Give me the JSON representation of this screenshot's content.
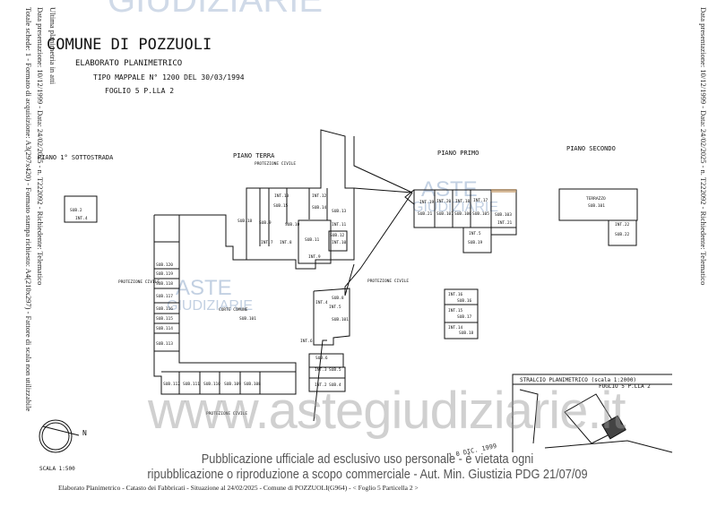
{
  "header": {
    "municipality": "COMUNE DI POZZUOLI",
    "document_type": "ELABORATO PLANIMETRICO",
    "tipo_mappale": "TIPO MAPPALE N° 1200 DEL 30/03/1994",
    "foglio": "FOGLIO 5 P.LLA 2"
  },
  "margin_left": {
    "line1": "Ultima planimetria in atti",
    "line2": "Data presentazione: 10/12/1999 - Data: 24/02/2025 - n. T222092 - Richiedente: Telematico",
    "line3": "Totale schede: 1 - Formato di acquisizione: A3(297x420) - Formato stampa richiesto: A4(210x297) - Fattore di scala non utilizzabile"
  },
  "margin_right": {
    "line1": "Data presentazione: 10/12/1999 - Data: 24/02/2025 - n. T222092 - Richiedente: Telematico"
  },
  "floors": {
    "sottostrada": {
      "title": "PIANO 1° SOTTOSTRADA",
      "units": [
        "SUB.2",
        "INT.4"
      ]
    },
    "terra": {
      "title": "PIANO TERRA",
      "protezione_civile": "PROTEZIONE CIVILE",
      "units": [
        "SUB.15",
        "SUB.14",
        "SUB.13",
        "SUB.18",
        "SUB.9",
        "SUB.10",
        "SUB.11",
        "SUB.12",
        "INT.7",
        "INT.8",
        "INT.9",
        "INT.10",
        "INT.11",
        "INT.12",
        "INT.13"
      ],
      "left_column": [
        "SUB.120",
        "SUB.119",
        "SUB.118",
        "SUB.117",
        "SUB.116",
        "SUB.115",
        "SUB.114",
        "SUB.113"
      ],
      "bottom_row": [
        "SUB.112",
        "SUB.111",
        "SUB.110",
        "SUB.109",
        "SUB.108"
      ],
      "corte": "CORTE COMUNE",
      "corte_sub": "SUB.101",
      "right_group": [
        "SUB.8",
        "SUB.101",
        "SUB.6",
        "SUB.5",
        "SUB.4",
        "INT.4",
        "INT.5",
        "INT.3",
        "INT.2",
        "INT.6"
      ]
    },
    "primo": {
      "title": "PIANO PRIMO",
      "units": [
        "SUB.21",
        "SUB.107",
        "SUB.106",
        "SUB.105",
        "SUB.103",
        "SUB.19"
      ],
      "ints": [
        "INT.19",
        "INT.20",
        "INT.18",
        "INT.17",
        "INT.21",
        "INT.5"
      ],
      "lower_units": [
        "SUB.16",
        "SUB.17",
        "SUB.18"
      ],
      "lower_ints": [
        "INT.16",
        "INT.15",
        "INT.14"
      ]
    },
    "secondo": {
      "title": "PIANO SECONDO",
      "terrazzo": "TERRAZZO",
      "terrazzo_sub": "SUB.101",
      "unit": "SUB.22",
      "unit_int": "INT.22"
    },
    "protezione_civile_labels": [
      "PROTEZIONE CIVILE",
      "PROTEZIONE CIVILE",
      "PROTEZIONE CIVILE"
    ]
  },
  "stralcio": {
    "title": "STRALCIO PLANIMETRICO (scala 1:2000)",
    "foglio": "FOGLIO 5 P.LLA 2"
  },
  "north_label": "N",
  "scale": "SCALA 1:500",
  "stamp": "1 0 DIC. 1999",
  "watermark": {
    "site": "www.astegiudiziarie.it",
    "logo_top": "ASTE",
    "logo_bottom": "GIUDIZIARIE"
  },
  "notice": {
    "line1": "Pubblicazione ufficiale ad esclusivo uso personale - è vietata ogni",
    "line2": "ripubblicazione o riproduzione a scopo commerciale - Aut. Min. Giustizia PDG 21/07/09"
  },
  "footer": "Elaborato Planimetrico - Catasto dei Fabbricati - Situazione al 24/02/2025 - Comune di POZZUOLI(G964) - < Foglio 5 Particella 2 >"
}
